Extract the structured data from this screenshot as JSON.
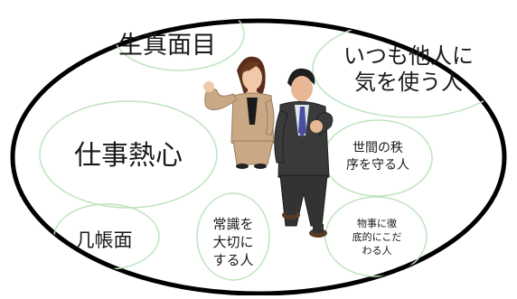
{
  "traits": {
    "serious": "生真面目",
    "considerate": "いつも他人に\n気を使う人",
    "hardworking": "仕事熱心",
    "order": "世間の秩\n序を守る人",
    "meticulous": "几帳面",
    "common_sense": "常識を\n大切に\nする人",
    "thorough": "物事に徹\n底的にこだ\nわる人"
  },
  "colors": {
    "outline": "#000000",
    "bubble_stroke": "#bfe3bf",
    "woman_suit": "#c9a985",
    "man_suit": "#3a3a3a"
  }
}
